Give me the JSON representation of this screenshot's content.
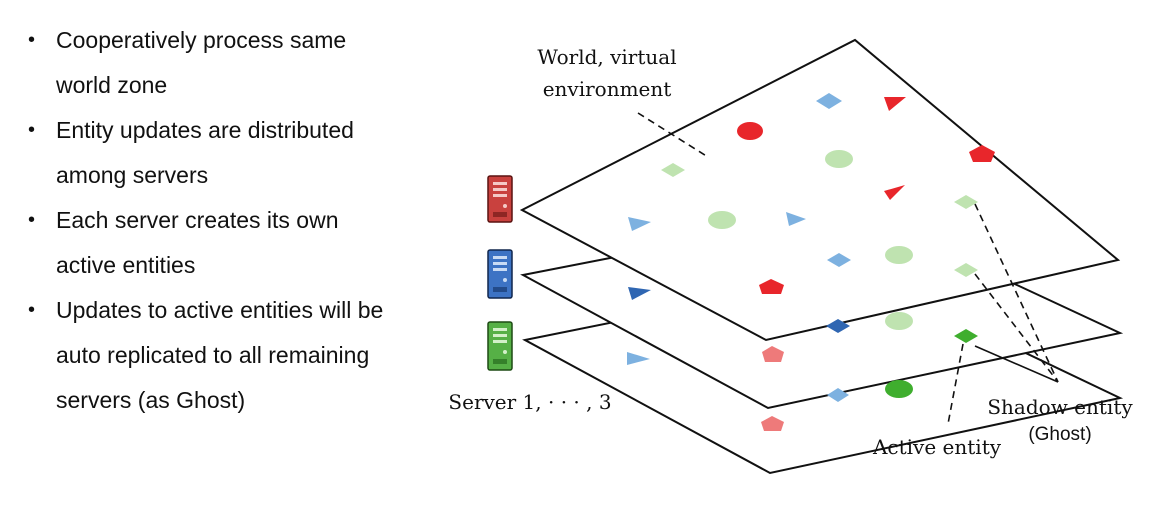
{
  "bullets": [
    {
      "line1": "Cooperatively process same",
      "line2": "world zone"
    },
    {
      "line1": "Entity updates are distributed",
      "line2": "among servers"
    },
    {
      "line1": "Each server creates its own",
      "line2": "active entities"
    },
    {
      "line1": "Updates to active entities will be",
      "line2": "auto replicated to all remaining",
      "line3": "servers (as Ghost)"
    }
  ],
  "diagram": {
    "world_label_line1": "World, virtual",
    "world_label_line2": "environment",
    "server_label": "Server 1, · · · , 3",
    "shadow_label_line1": "Shadow entity",
    "shadow_label_line2": "(Ghost)",
    "active_label": "Active entity",
    "servers": [
      {
        "id": "server-1",
        "color": "#c9413e"
      },
      {
        "id": "server-2",
        "color": "#3d73c4"
      },
      {
        "id": "server-3",
        "color": "#56b046"
      }
    ],
    "colors": {
      "red": "#e8262b",
      "pink": "#ee7a7a",
      "light_blue": "#7db1e0",
      "dark_blue": "#2f66b2",
      "light_green": "#bfe3b0",
      "dark_green": "#3fae2e"
    }
  }
}
